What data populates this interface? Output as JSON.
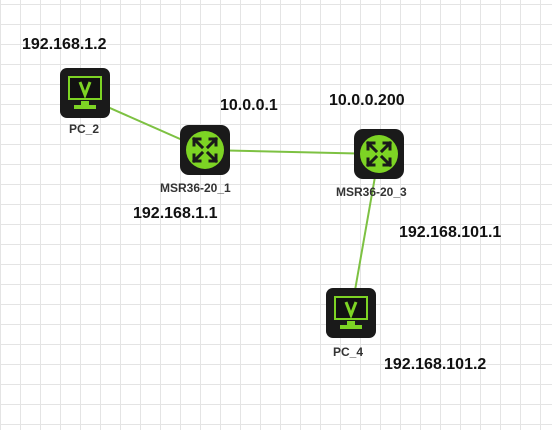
{
  "nodes": {
    "pc2": {
      "type": "pc",
      "label": "PC_2",
      "ip": "192.168.1.2"
    },
    "r1": {
      "type": "router",
      "label": "MSR36-20_1",
      "ips": [
        "10.0.0.1",
        "192.168.1.1"
      ]
    },
    "r3": {
      "type": "router",
      "label": "MSR36-20_3",
      "ips": [
        "10.0.0.200",
        "192.168.101.1"
      ]
    },
    "pc4": {
      "type": "pc",
      "label": "PC_4",
      "ip": "192.168.101.2"
    }
  },
  "links": [
    {
      "from": "pc2",
      "to": "r1"
    },
    {
      "from": "r1",
      "to": "r3"
    },
    {
      "from": "r3",
      "to": "pc4"
    }
  ],
  "colors": {
    "link": "#7dc142",
    "device_bg": "#1a1a1a",
    "device_accent": "#7dd424",
    "grid": "#e4e4e4"
  },
  "icons": {
    "pc": "monitor-icon",
    "router": "router-arrows-icon"
  }
}
